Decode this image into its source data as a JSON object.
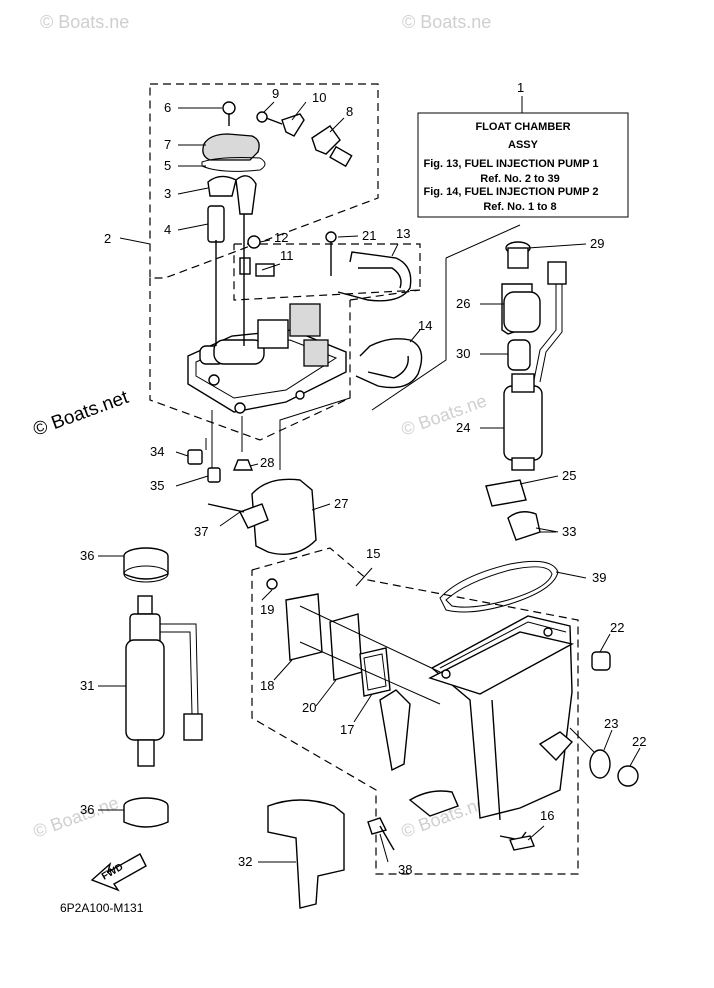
{
  "watermark": {
    "brand": "© Boats.net",
    "fragment": "© Boats.ne"
  },
  "callout_box": {
    "number": "1",
    "lines": [
      "FLOAT CHAMBER",
      "ASSY",
      "Fig. 13, FUEL INJECTION PUMP 1",
      "Ref. No. 2 to 39",
      "Fig. 14, FUEL INJECTION PUMP 2",
      "Ref. No. 1 to 8"
    ]
  },
  "labels": {
    "n2": "2",
    "n3": "3",
    "n4": "4",
    "n5": "5",
    "n6": "6",
    "n7": "7",
    "n8": "8",
    "n9": "9",
    "n10": "10",
    "n11": "11",
    "n12": "12",
    "n13": "13",
    "n14": "14",
    "n15": "15",
    "n16": "16",
    "n17": "17",
    "n18": "18",
    "n19": "19",
    "n20": "20",
    "n21": "21",
    "n22a": "22",
    "n22b": "22",
    "n23": "23",
    "n24": "24",
    "n25": "25",
    "n26": "26",
    "n27": "27",
    "n28": "28",
    "n29": "29",
    "n30": "30",
    "n31": "31",
    "n32": "32",
    "n33": "33",
    "n34": "34",
    "n35": "35",
    "n36a": "36",
    "n36b": "36",
    "n37": "37",
    "n38": "38",
    "n39": "39"
  },
  "fwd_arrow": {
    "label": "FWD"
  },
  "drawing_code": "6P2A100-M131"
}
